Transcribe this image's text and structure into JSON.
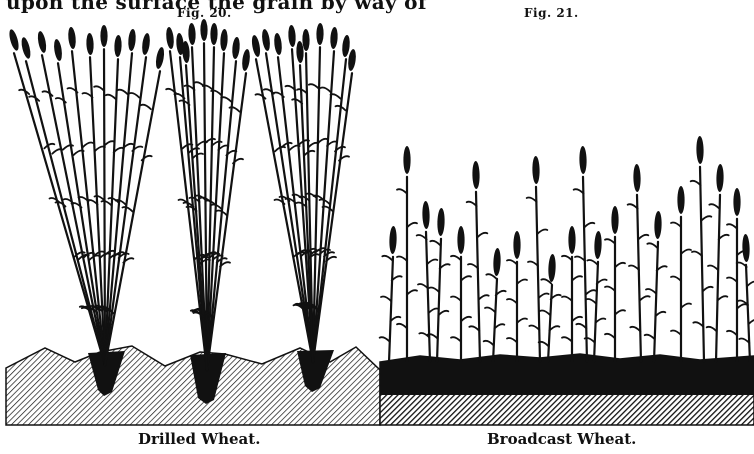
{
  "page": {
    "cut_text_top": "upon the surface the grain by way of"
  },
  "figures": {
    "left": {
      "label": "Fig. 20.",
      "caption": "Drilled Wheat."
    },
    "right": {
      "label": "Fig. 21.",
      "caption": "Broadcast Wheat."
    }
  },
  "colors": {
    "ink": "#111111",
    "paper": "#ffffff"
  }
}
